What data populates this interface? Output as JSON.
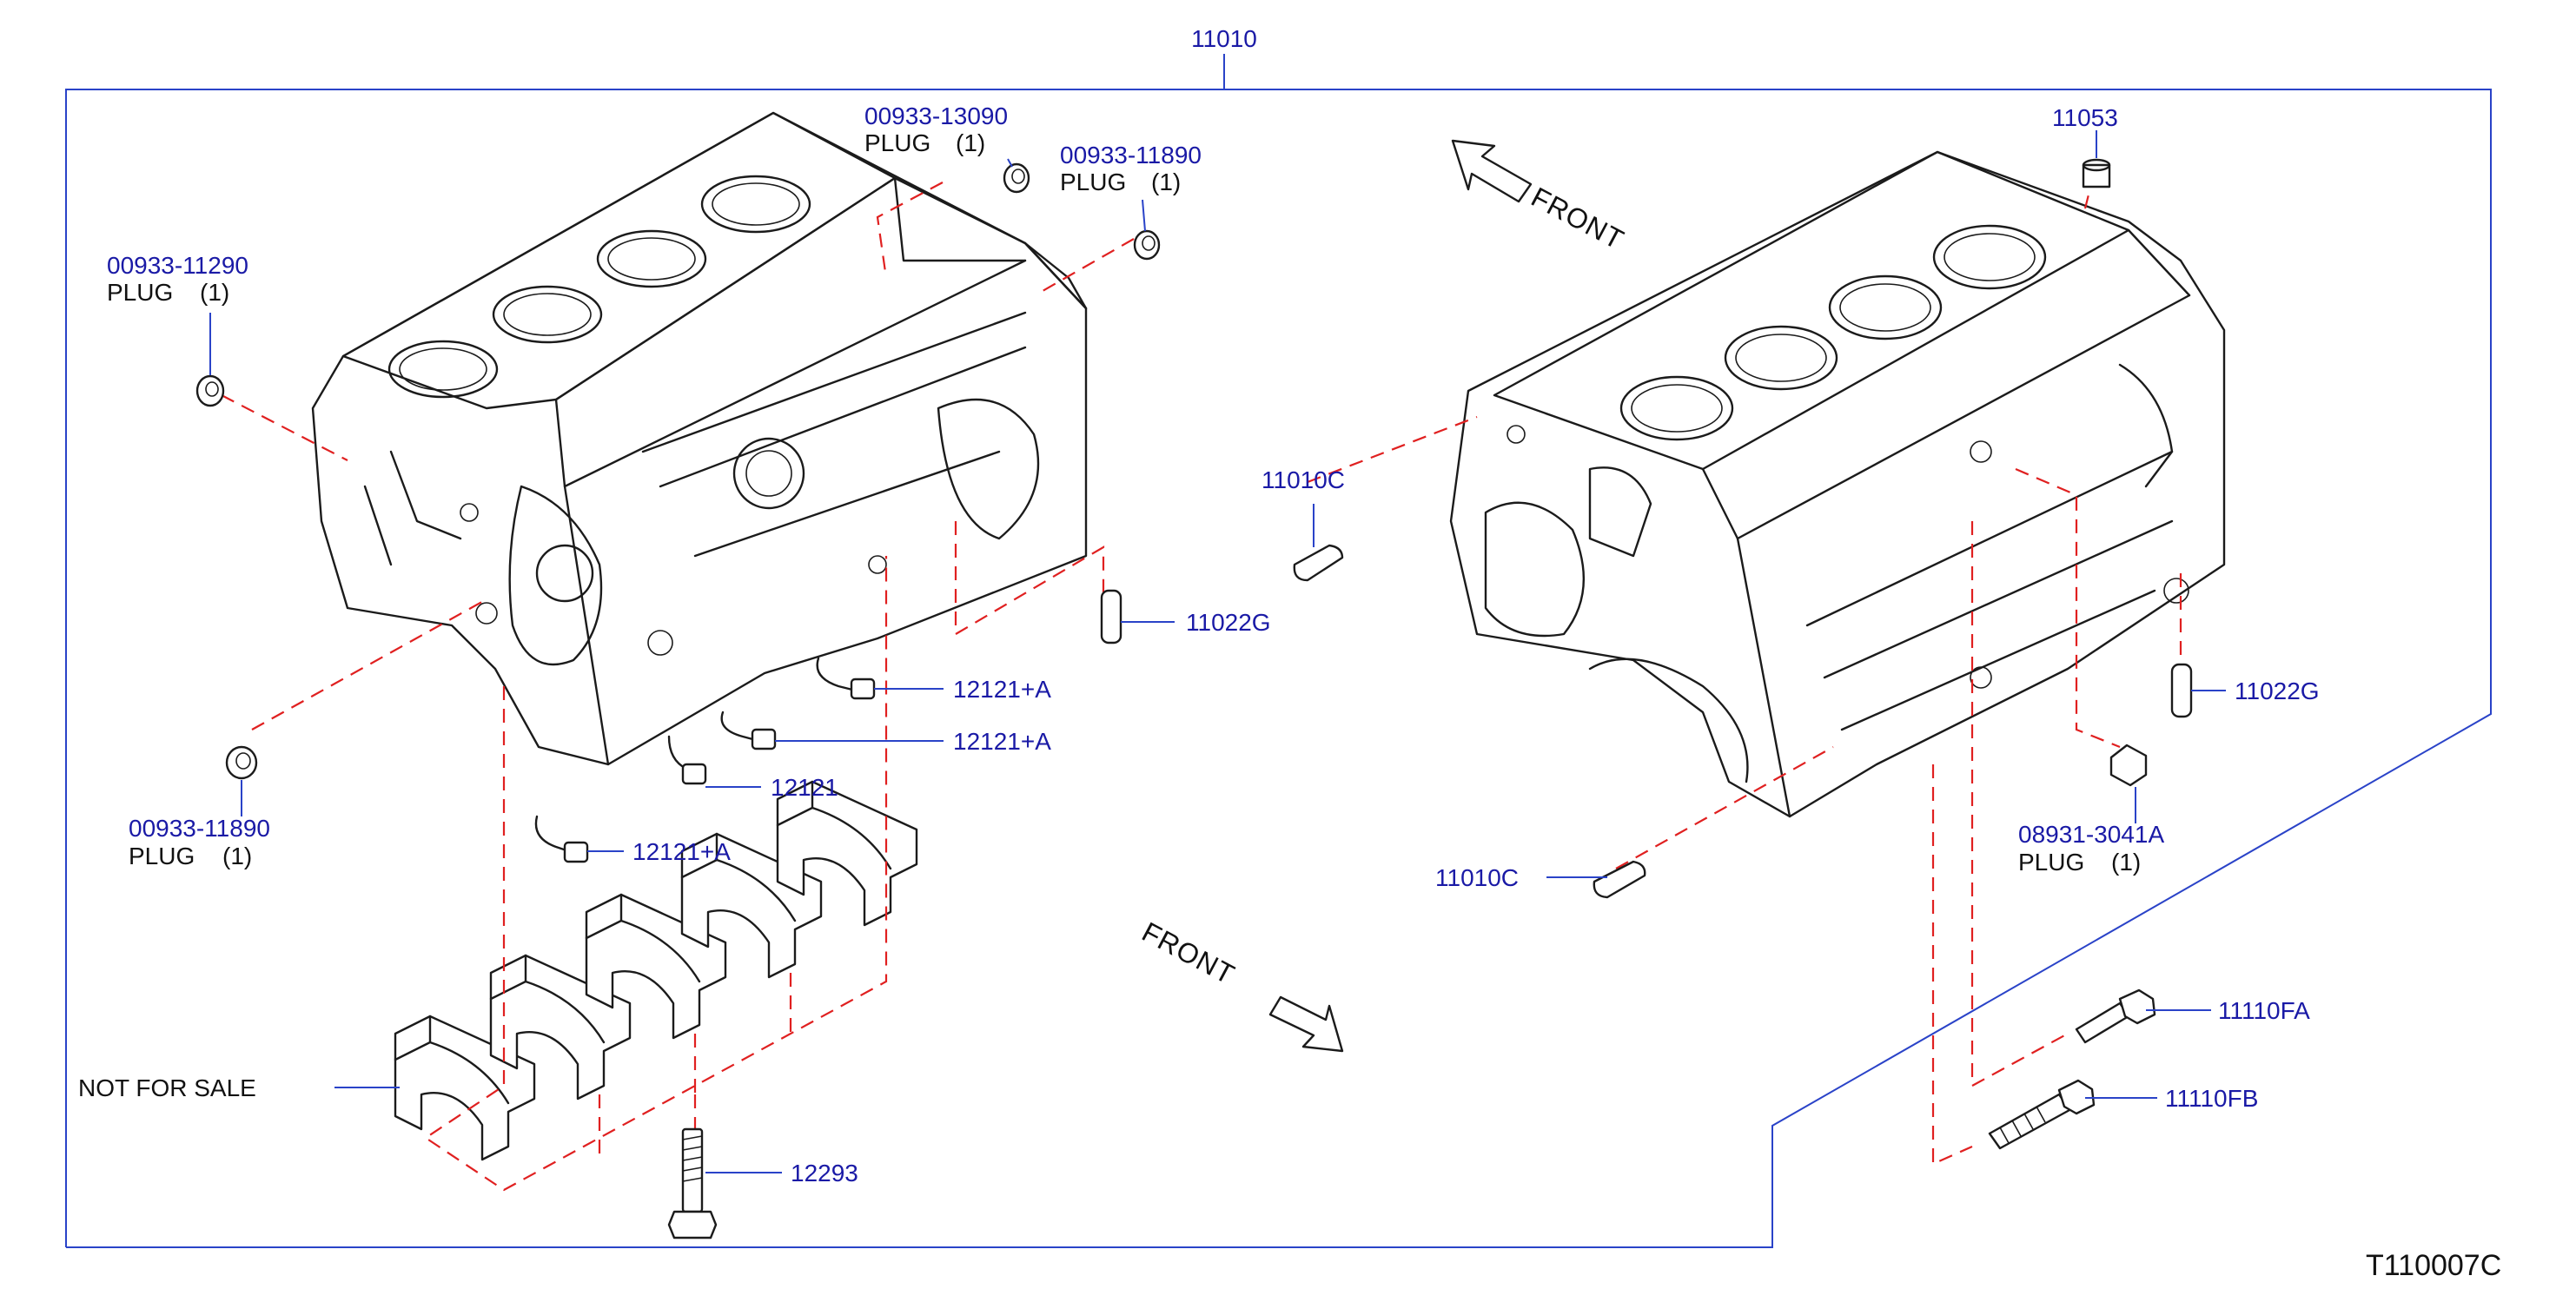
{
  "diagram": {
    "main_part_number": "11010",
    "drawing_id": "T110007C",
    "front_labels": [
      "FRONT",
      "FRONT"
    ],
    "not_for_sale": "NOT  FOR  SALE",
    "callouts": [
      {
        "id": "plug-13090",
        "part": "00933-13090",
        "desc": "PLUG",
        "qty": "(1)"
      },
      {
        "id": "plug-11890-top",
        "part": "00933-11890",
        "desc": "PLUG",
        "qty": "(1)"
      },
      {
        "id": "plug-11290",
        "part": "00933-11290",
        "desc": "PLUG",
        "qty": "(1)"
      },
      {
        "id": "plug-11890-bottom",
        "part": "00933-11890",
        "desc": "PLUG",
        "qty": "(1)"
      },
      {
        "id": "plug-3041a",
        "part": "08931-3041A",
        "desc": "PLUG",
        "qty": "(1)"
      },
      {
        "id": "p-11053",
        "part": "11053"
      },
      {
        "id": "p-11010c-upper",
        "part": "11010C"
      },
      {
        "id": "p-11010c-lower",
        "part": "11010C"
      },
      {
        "id": "p-11022g-left",
        "part": "11022G"
      },
      {
        "id": "p-11022g-right",
        "part": "11022G"
      },
      {
        "id": "p-12121a-1",
        "part": "12121+A"
      },
      {
        "id": "p-12121a-2",
        "part": "12121+A"
      },
      {
        "id": "p-12121",
        "part": "12121"
      },
      {
        "id": "p-12121a-3",
        "part": "12121+A"
      },
      {
        "id": "p-12293",
        "part": "12293"
      },
      {
        "id": "p-11110fa",
        "part": "11110FA"
      },
      {
        "id": "p-11110fb",
        "part": "11110FB"
      }
    ],
    "colors": {
      "part_number": "#1a1aa6",
      "leader": "#2a43c8",
      "dashed_line": "#e02020",
      "drawing": "#1b1b1b"
    }
  }
}
